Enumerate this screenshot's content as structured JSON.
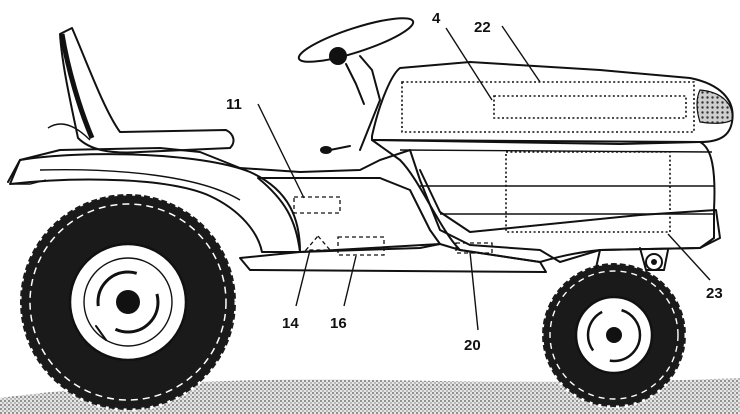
{
  "callouts": {
    "c4": "4",
    "c22": "22",
    "c11": "11",
    "c14": "14",
    "c16": "16",
    "c20": "20",
    "c23": "23"
  },
  "colors": {
    "ink": "#111111",
    "ground": "#bdbdbd",
    "tire": "#1a1a1a"
  }
}
